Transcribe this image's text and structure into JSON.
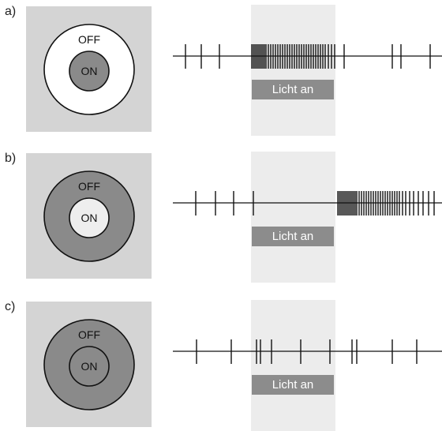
{
  "panels": [
    {
      "label": "a)",
      "off_label": "OFF",
      "on_label": "ON",
      "off_fill": "#ffffff",
      "on_fill": "#8a8a8a",
      "light_label": "Licht an",
      "spike_times": [
        235,
        255,
        278,
        319,
        321,
        323,
        325,
        327,
        329,
        331,
        333,
        335,
        337,
        340,
        343,
        346,
        349,
        352,
        355,
        358,
        361,
        364,
        367,
        370,
        373,
        376,
        379,
        382,
        385,
        388,
        391,
        394,
        397,
        400,
        403,
        406,
        409,
        412,
        416,
        420,
        424,
        436,
        497,
        508,
        545
      ]
    },
    {
      "label": "b)",
      "off_label": "OFF",
      "on_label": "ON",
      "off_fill": "#8a8a8a",
      "on_fill": "#eeeeee",
      "light_label": "Licht an",
      "spike_times": [
        248,
        273,
        296,
        321,
        428,
        430,
        432,
        434,
        436,
        438,
        440,
        442,
        444,
        446,
        448,
        450,
        452,
        455,
        458,
        461,
        464,
        467,
        470,
        473,
        476,
        479,
        482,
        485,
        488,
        491,
        494,
        497,
        500,
        503,
        506,
        510,
        514,
        519,
        524,
        530,
        536,
        543,
        550
      ]
    },
    {
      "label": "c)",
      "off_label": "OFF",
      "on_label": "ON",
      "off_fill": "#8a8a8a",
      "on_fill": "#8a8a8a",
      "light_label": "Licht an",
      "spike_times": [
        249,
        293,
        325,
        330,
        344,
        381,
        418,
        446,
        452,
        497,
        528
      ]
    }
  ]
}
